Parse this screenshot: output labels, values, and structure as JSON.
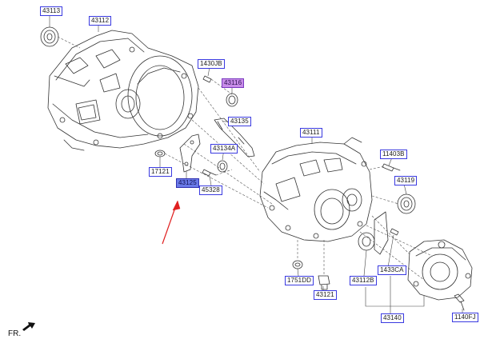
{
  "labels": {
    "l43113": "43113",
    "l43112": "43112",
    "l1430JB": "1430JB",
    "l43116": "43116",
    "l43135": "43135",
    "l43134A": "43134A",
    "l17121": "17121",
    "l43125": "43125",
    "l45328": "45328",
    "l43111": "43111",
    "l11403B": "11403B",
    "l43119": "43119",
    "l1433CA": "1433CA",
    "l1751DD": "1751DD",
    "l43112B": "43112B",
    "l43121": "43121",
    "l43140": "43140",
    "l1140FJ": "1140FJ"
  },
  "direction_marker": "FR.",
  "colors": {
    "label_border": "#3a3ae0",
    "highlight_purple": "#c88ce8",
    "highlight_blue": "#6a7ae8",
    "pointer_arrow": "#e02020",
    "line_art": "#333333"
  },
  "icons": {
    "front_arrow": "fr-arrow-icon"
  }
}
